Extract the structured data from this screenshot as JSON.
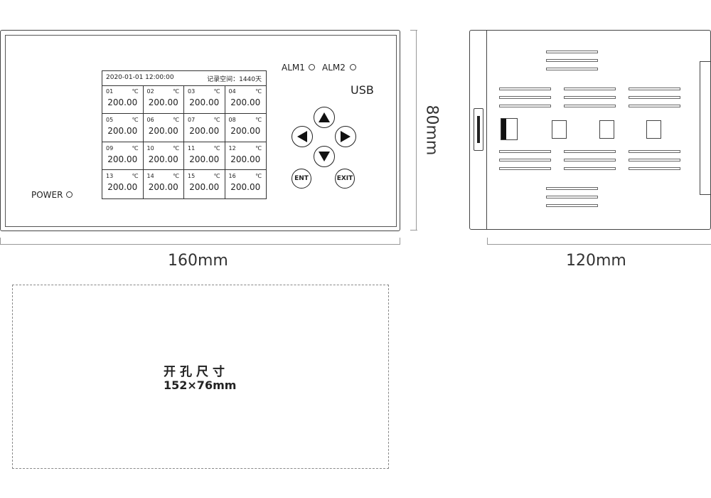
{
  "front_panel": {
    "lcd": {
      "datetime": "2020-01-01 12:00:00",
      "storage": "记录空间：1440天",
      "unit": "℃",
      "channels": [
        {
          "ch": "01",
          "value": "200.00"
        },
        {
          "ch": "02",
          "value": "200.00"
        },
        {
          "ch": "03",
          "value": "200.00"
        },
        {
          "ch": "04",
          "value": "200.00"
        },
        {
          "ch": "05",
          "value": "200.00"
        },
        {
          "ch": "06",
          "value": "200.00"
        },
        {
          "ch": "07",
          "value": "200.00"
        },
        {
          "ch": "08",
          "value": "200.00"
        },
        {
          "ch": "09",
          "value": "200.00"
        },
        {
          "ch": "10",
          "value": "200.00"
        },
        {
          "ch": "11",
          "value": "200.00"
        },
        {
          "ch": "12",
          "value": "200.00"
        },
        {
          "ch": "13",
          "value": "200.00"
        },
        {
          "ch": "14",
          "value": "200.00"
        },
        {
          "ch": "15",
          "value": "200.00"
        },
        {
          "ch": "16",
          "value": "200.00"
        }
      ]
    },
    "alm1_label": "ALM1",
    "alm2_label": "ALM2",
    "usb_label": "USB",
    "power_label": "POWER",
    "ent_label": "ENT",
    "exit_label": "EXIT"
  },
  "dimensions": {
    "front_width": "160mm",
    "height": "80mm",
    "depth": "120mm"
  },
  "cutout": {
    "title": "开孔尺寸",
    "size": "152×76mm"
  }
}
